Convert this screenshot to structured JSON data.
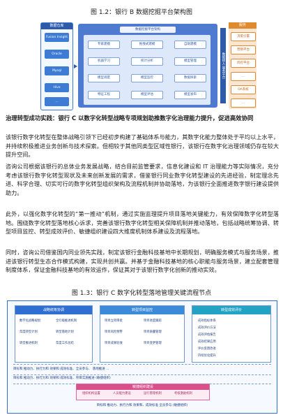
{
  "fig1": {
    "caption": "图 1.2：银行 B 数据挖掘平台架构图",
    "left_header": "数据仓库",
    "sources": [
      "Fusion Insight",
      "Oracle",
      "MysqI",
      "Hive",
      "..."
    ],
    "mid_header": "数据挖掘平台架构",
    "modules": [
      "专家建模",
      "拖拽式建模",
      "自助建模",
      "机器学习",
      "统计分析",
      "模型管理",
      "模型调度",
      "模型监控",
      "数据探索",
      "特征工程",
      "模型评估",
      "模型发布"
    ],
    "bus_label": "数据接入 服务平台",
    "right_header": "服务",
    "services": [
      "决策引擎",
      "营销平台",
      "风控平台",
      "...",
      "OA系统",
      "..."
    ]
  },
  "text": {
    "p1_heading": "治理转型成功实践：银行 C 以数字化转型战略专项规划助推数字化治理能力提升，促进高效协同",
    "p1": "该银行数字化转型在整体战略引领下已经初步构建了基础体系与能力，其数字化能力整体处于平均以上水平，并持续积极推进业务创新与技术探索。但相较于其他同类型区域性银行，该银行在数字化治理领域仍存在较大提升空间。",
    "p2": "咨询公司根据该银行的总体业务发展战略，结合目前监管要求，信息化建设和 IT 治理能力等实际情况，充分考虑该银行数字化转型现状及未来创新发展的需求，借鉴银行同业数字化转型建设的先进经验，制定理念先进、科学合理、切实可行的数字化转型组织架构及流程机制并协助落地，为该银行全面推进数字银行建设提供助力。",
    "p3": "此外，以强化数字化转型的“第一推动”机制，通过实施监理提升项目落地关键能力，有效保障数字化转型落地。围绕数字化转型落地核心诉求，完善该银行数字化转型相关保障机制并推动落地，包括战略统筹协调、转型项目监控、转型成效评价、敏捷组织建设四大维度机制体系建设及流程落地。",
    "p4": "同时，咨询公司借鉴国内同业领先实践，制定该银行金融科技基地中长期规划，明确服务模式与服务场景，推进该银行转型生态合作模式构建，实现共创共赢。并基于金融科技基地的核心职能与服务场景，建立配套管理制度体系，保证金融科技基地的有效运作，保证其对于该银行数字化创新的推动实效。"
  },
  "fig2": {
    "caption": "图 1.3：银行 C 数字化转型落地管理关键流程节点",
    "col1_title": "战略统筹协调",
    "col1_items": [
      "数字化战略规划",
      "全行级推进机制",
      "年度转型计划",
      "转型落地计划",
      "转型推进机制",
      "年度工作总结"
    ],
    "col2_title": "转型项目监控",
    "col2_items": [
      "项目立项审批",
      "项目进度跟踪",
      "项目风险预警",
      "项目质量管理",
      "项目成果验收",
      "项目变更管理"
    ],
    "col3_title": "转型成效评价",
    "col3_items": [
      "成效指标体系",
      "成效评价方法",
      "成效评估报告",
      "成效结果应用",
      "评价反馈改进",
      "持续优化提升"
    ],
    "row1": "目标和 推动力、执行力和 效果和 成效标准、全员参与、 落地推进 ...",
    "row2": "目标和 推动力、执行力和 效果和 成效标准、项目实施推进 (敏捷组织)",
    "bottom_title": "敏捷组织建设",
    "bottom_items": [
      "组织机构设置",
      "人员能力建设",
      "运行管理机制",
      "考核激励机制"
    ],
    "last_row": "目标和 推动力、执行力和 效果和、成效标准 全员参与 (敏捷组织)"
  }
}
